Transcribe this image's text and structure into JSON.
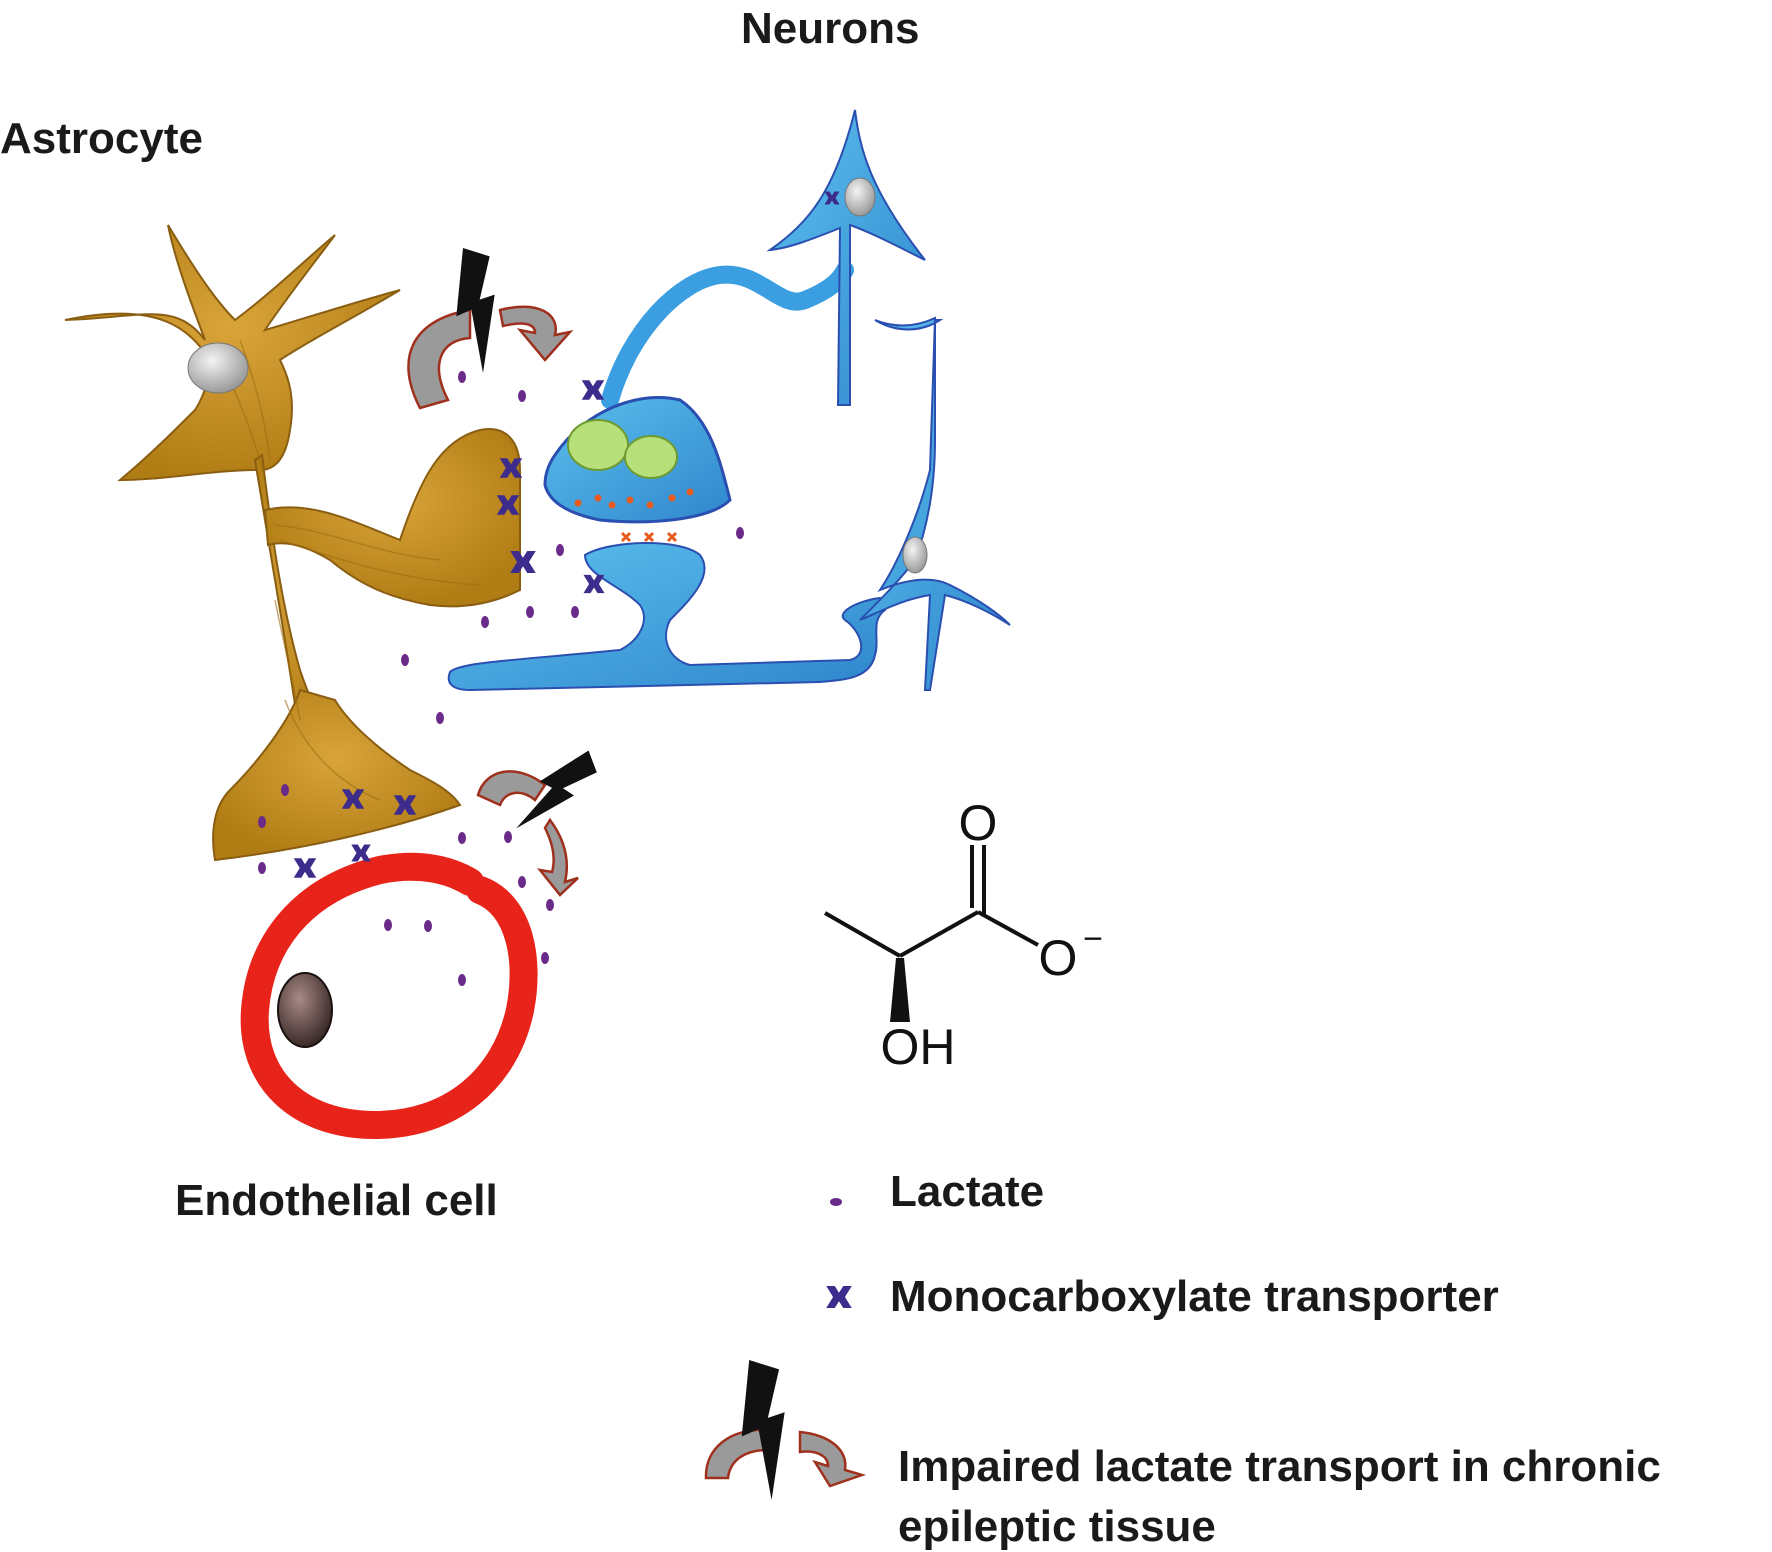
{
  "labels": {
    "neurons": "Neurons",
    "astrocyte": "Astrocyte",
    "endothelial": "Endothelial cell"
  },
  "molecule": {
    "carbonyl_o": "O",
    "carboxylate_o": "O",
    "charge": "−",
    "hydroxyl": "OH"
  },
  "legend": {
    "lactate": "Lactate",
    "transporter": "Monocarboxylate transporter",
    "impaired_line1": "Impaired lactate transport in chronic",
    "impaired_line2": "epileptic tissue"
  },
  "colors": {
    "astrocyte": "#c8901e",
    "astrocyte_dark": "#8a5e12",
    "neuron": "#3aa0dc",
    "neuron_dark": "#2a4fb0",
    "endothelial": "#e8231a",
    "lactate": "#6a2a8a",
    "transporter": "#3d2c8c",
    "mitochondria": "#b8e07a",
    "nucleus": "#c8c8c8",
    "arrow_fill": "#9a9a9a",
    "arrow_edge": "#a0301e",
    "bolt": "#111111"
  }
}
